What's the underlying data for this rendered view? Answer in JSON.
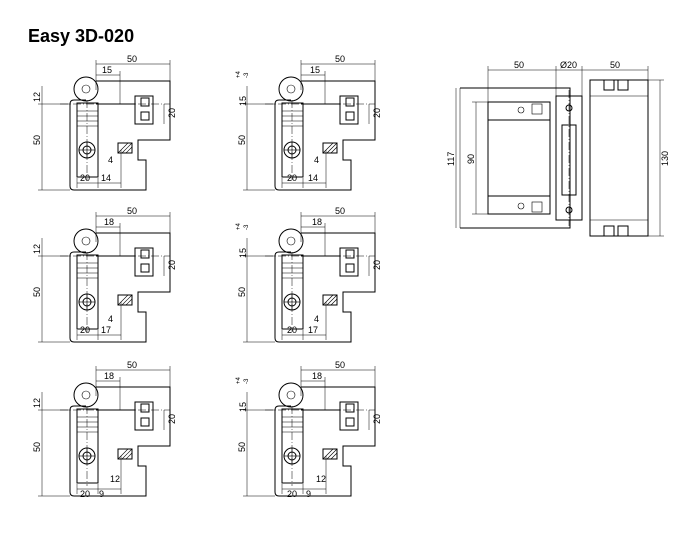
{
  "title": "Easy 3D-020",
  "detail_views": [
    {
      "id": "a",
      "top_dim": "50",
      "offset_dim": "15",
      "vert_top": "12",
      "vert_left": "50",
      "vert_right": "20",
      "bottom_left": "20",
      "bottom_right": "14",
      "small_dim": "4"
    },
    {
      "id": "b",
      "top_dim": "50",
      "offset_dim": "15",
      "vert_top": "15",
      "tol_upper": "+4",
      "tol_lower": "-3",
      "vert_left": "50",
      "vert_right": "20",
      "bottom_left": "20",
      "bottom_right": "14",
      "small_dim": "4"
    },
    {
      "id": "c",
      "top_dim": "50",
      "offset_dim": "18",
      "vert_top": "12",
      "vert_left": "50",
      "vert_right": "20",
      "bottom_left": "20",
      "bottom_right": "17",
      "small_dim": "4"
    },
    {
      "id": "d",
      "top_dim": "50",
      "offset_dim": "18",
      "vert_top": "15",
      "tol_upper": "+4",
      "tol_lower": "-3",
      "vert_left": "50",
      "vert_right": "20",
      "bottom_left": "20",
      "bottom_right": "17",
      "small_dim": "4"
    },
    {
      "id": "e",
      "top_dim": "50",
      "offset_dim": "18",
      "vert_top": "12",
      "vert_left": "50",
      "vert_right": "20",
      "bottom_left": "20",
      "bottom_right": "9",
      "small_dim": "12"
    },
    {
      "id": "f",
      "top_dim": "50",
      "offset_dim": "18",
      "vert_top": "15",
      "tol_upper": "+4",
      "tol_lower": "-3",
      "vert_left": "50",
      "vert_right": "20",
      "bottom_left": "20",
      "bottom_right": "9",
      "small_dim": "12"
    }
  ],
  "front_view": {
    "width_left": "50",
    "diameter": "Ø20",
    "width_right": "50",
    "height_total": "117",
    "height_inner": "90",
    "height_right": "130"
  }
}
